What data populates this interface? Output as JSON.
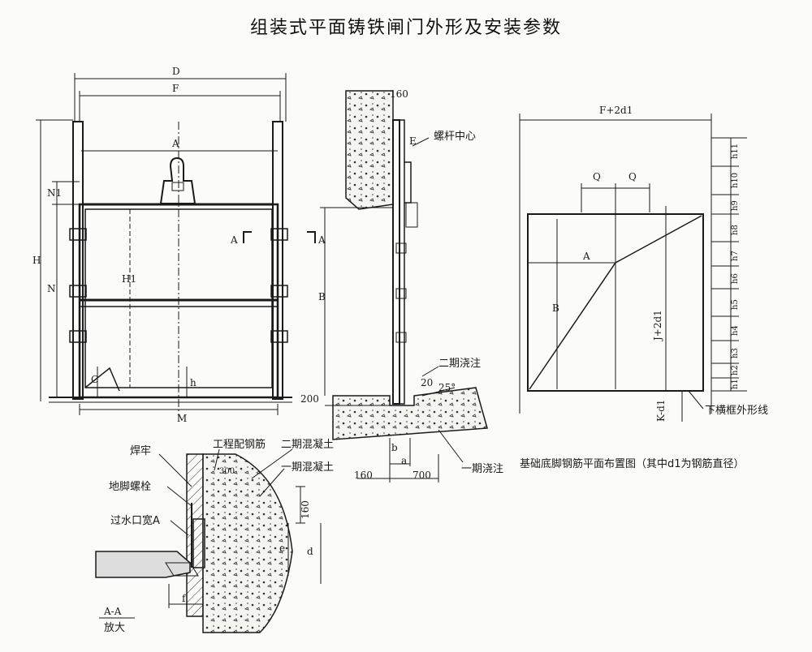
{
  "title": "组装式平面铸铁闸门外形及安装参数",
  "front_view": {
    "dims": {
      "D": "D",
      "F": "F",
      "A": "A",
      "H": "H",
      "N1": "N1",
      "N": "N",
      "H1": "H1",
      "C": "C",
      "h": "h",
      "M": "M"
    },
    "section_marks": [
      "A",
      "A"
    ]
  },
  "side_view": {
    "dims": {
      "top": "160",
      "E": "E",
      "B": "B",
      "bottom": "200",
      "b": "b",
      "a": "a",
      "left": "160",
      "width": "700",
      "h20": "20",
      "angle": "25°"
    },
    "labels": {
      "screw_center": "螺杆中心",
      "second_pour": "二期浇注",
      "first_pour": "一期浇注"
    }
  },
  "plan_view": {
    "dims": {
      "top": "F+2d1",
      "Q1": "Q",
      "Q2": "Q",
      "A": "A",
      "B": "B",
      "J": "J+2d1",
      "K": "K-d1"
    },
    "h_labels": [
      "h11",
      "h10",
      "h9",
      "h8",
      "h7",
      "h6",
      "h5",
      "h4",
      "h3",
      "h2",
      "h1"
    ],
    "frame_label": "下横框外形线",
    "caption": "基础底脚钢筋平面布置图（其中d1为钢筋直径）"
  },
  "section_detail": {
    "labels": {
      "weld": "焊牢",
      "anchor_bolt": "地脚螺栓",
      "opening": "过水口宽A",
      "rebar": "工程配钢筋",
      "second_concrete": "二期混凝土",
      "first_concrete": "一期混凝土"
    },
    "dims": {
      "d160": "160",
      "e": "e",
      "d": "d",
      "f": "f",
      "d300": "300"
    },
    "caption_top": "A-A",
    "caption_bottom": "放大"
  }
}
